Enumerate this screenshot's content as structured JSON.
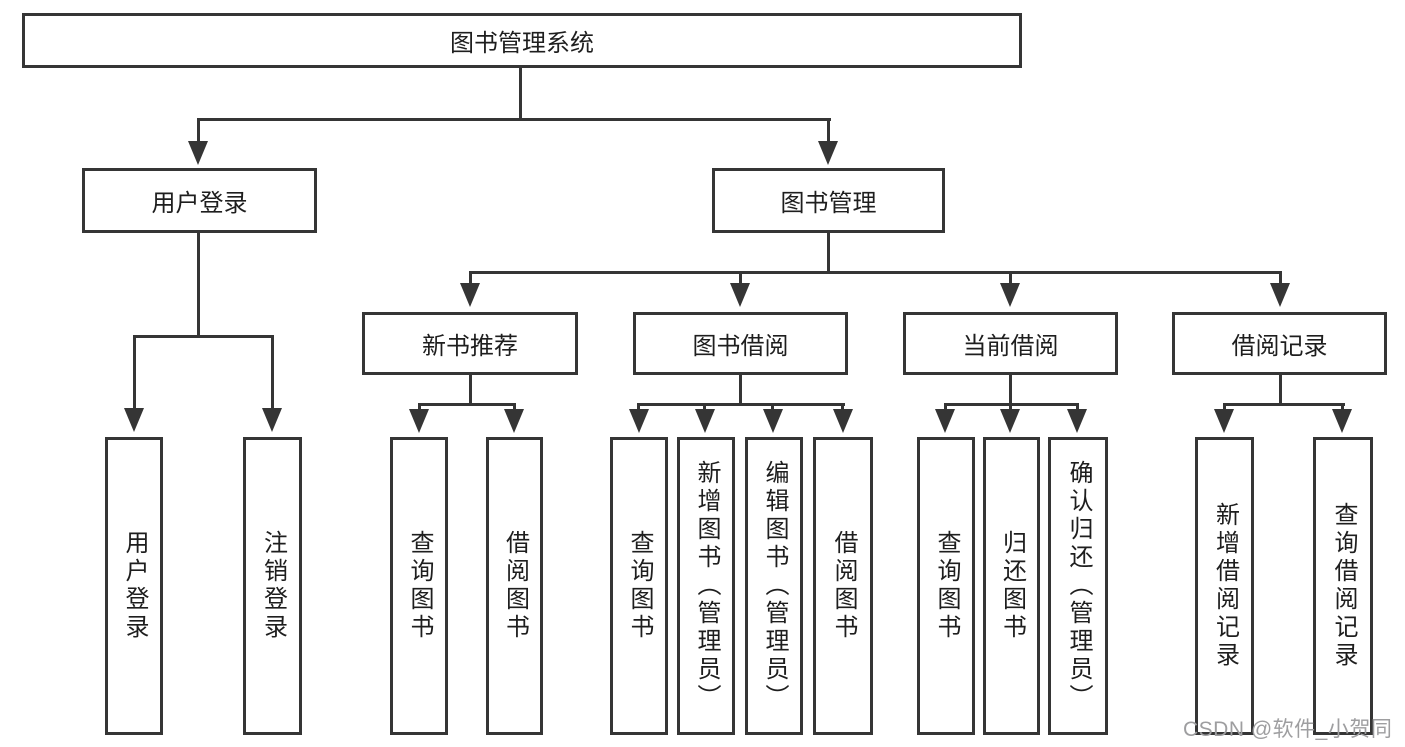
{
  "diagram": {
    "root": {
      "label": "图书管理系统"
    },
    "level2": [
      {
        "label": "用户登录",
        "children": [
          {
            "label": "用户登录"
          },
          {
            "label": "注销登录"
          }
        ]
      },
      {
        "label": "图书管理",
        "children": [
          {
            "label": "新书推荐",
            "children": [
              {
                "label": "查询图书"
              },
              {
                "label": "借阅图书"
              }
            ]
          },
          {
            "label": "图书借阅",
            "children": [
              {
                "label": "查询图书"
              },
              {
                "label": "新增图书（管理员）"
              },
              {
                "label": "编辑图书（管理员）"
              },
              {
                "label": "借阅图书"
              }
            ]
          },
          {
            "label": "当前借阅",
            "children": [
              {
                "label": "查询图书"
              },
              {
                "label": "归还图书"
              },
              {
                "label": "确认归还（管理员）"
              }
            ]
          },
          {
            "label": "借阅记录",
            "children": [
              {
                "label": "新增借阅记录"
              },
              {
                "label": "查询借阅记录"
              }
            ]
          }
        ]
      }
    ]
  },
  "watermark": "CSDN @软件_小贺同学",
  "colors": {
    "line": "#353535",
    "text": "#1e1e1e",
    "watermark": "#9e9ea0",
    "background": "#ffffff"
  }
}
